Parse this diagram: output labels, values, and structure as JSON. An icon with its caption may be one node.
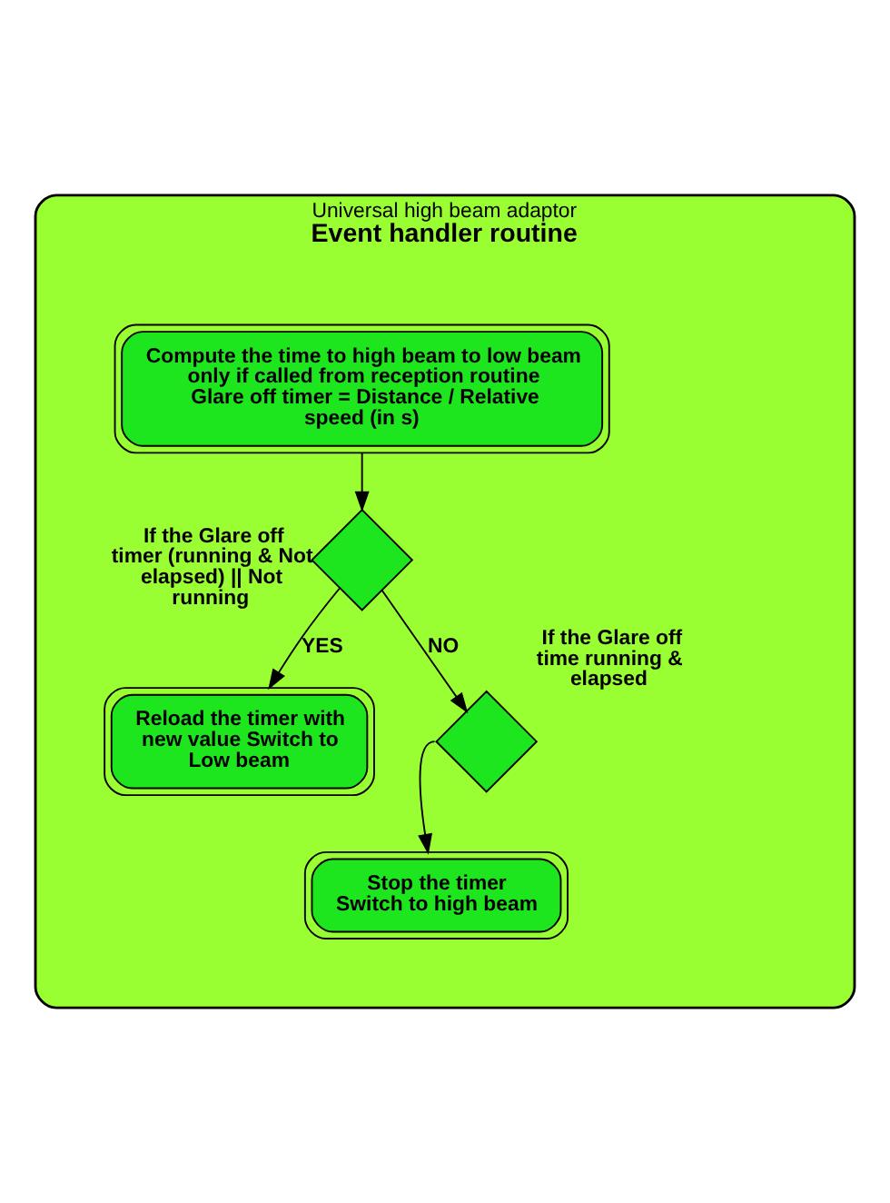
{
  "diagram": {
    "nodes": [
      {
        "text": [
          "Universal high beam adaptor",
          "Event handler routine"
        ]
      },
      {
        "text": [
          "Compute the time to high beam to low beam only if called from reception routine Glare off timer = Distance / Relative speed (in s)"
        ],
        "in": 0
      },
      {
        "text": [],
        "shape": "diamond",
        "in": 0,
        "beside": [
          "If the Glare off timer (running & Not elapsed) || Not running"
        ]
      },
      {
        "text": [
          "Reload the timer with new value Switch to Low beam"
        ],
        "in": 0
      },
      {
        "text": [],
        "shape": "diamond",
        "in": 0,
        "beside": [
          "If the Glare off time running & elapsed"
        ]
      },
      {
        "text": [
          "Stop the timer Switch to high beam"
        ],
        "in": 0
      }
    ],
    "edges": [
      {
        "from": 1,
        "to": 2,
        "arrow": "to"
      },
      {
        "from": 2,
        "to": 3,
        "arrow": "to",
        "label": "YES"
      },
      {
        "from": 2,
        "to": 4,
        "arrow": "to",
        "label": "NO"
      },
      {
        "from": 4,
        "to": 5,
        "arrow": "to"
      }
    ]
  }
}
